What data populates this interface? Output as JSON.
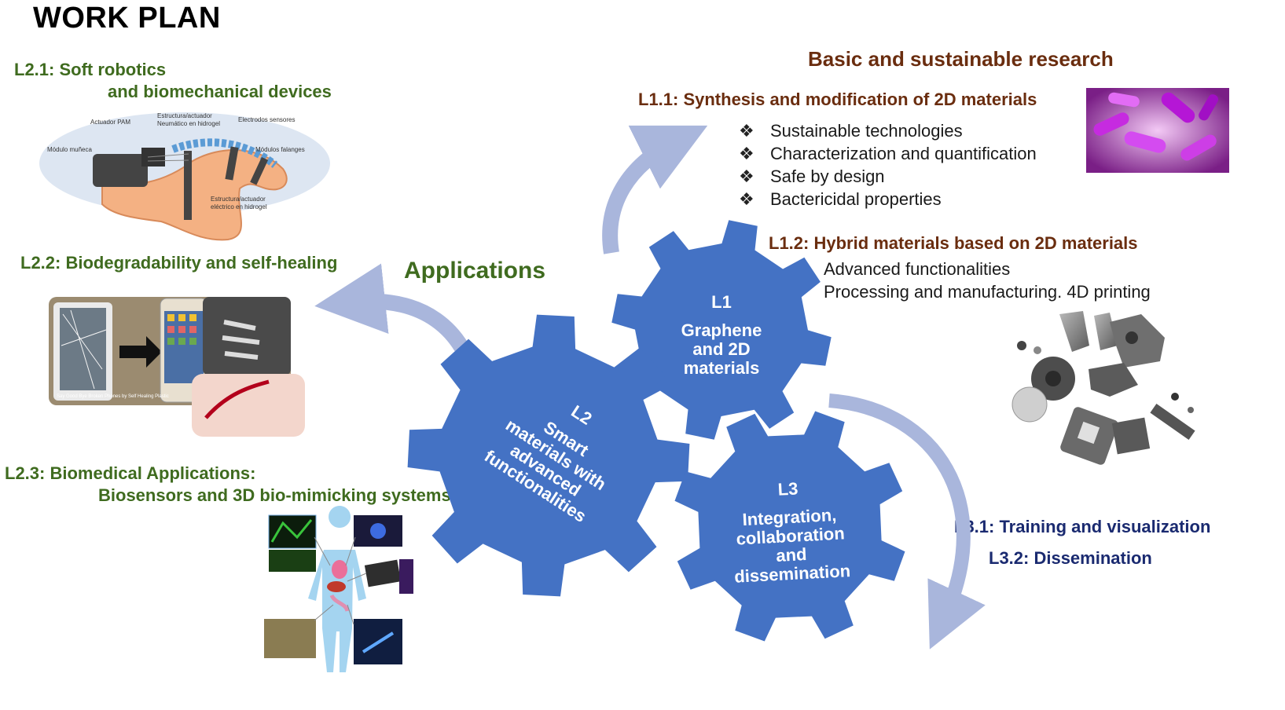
{
  "title": "WORK PLAN",
  "right_header": "Basic and sustainable research",
  "applications_label": "Applications",
  "l11": {
    "heading": "L1.1: Synthesis and modification of 2D materials",
    "bullets": [
      "Sustainable technologies",
      "Characterization and quantification",
      "Safe by design",
      "Bactericidal properties"
    ]
  },
  "l12": {
    "heading": "L1.2: Hybrid materials based on 2D materials",
    "bullets": [
      "Advanced functionalities",
      "Processing and manufacturing. 4D printing"
    ]
  },
  "l21": {
    "line1": "L2.1: Soft robotics",
    "line2": "and biomechanical devices"
  },
  "l22": {
    "heading": "L2.2: Biodegradability and self-healing"
  },
  "l23": {
    "line1": "L2.3: Biomedical Applications:",
    "line2": "Biosensors and 3D bio-mimicking systems"
  },
  "l31": "L3.1: Training and visualization",
  "l32": "L3.2: Dissemination",
  "gears": {
    "g1": {
      "code": "L1",
      "lines": [
        "Graphene",
        "and 2D",
        "materials"
      ]
    },
    "g2": {
      "code": "L2",
      "lines": [
        "Smart",
        "materials with",
        "advanced",
        "functionalities"
      ]
    },
    "g3": {
      "code": "L3",
      "lines": [
        "Integration,",
        "collaboration",
        "and",
        "dissemination"
      ]
    }
  },
  "hand_labels": {
    "pam": "Actuador PAM",
    "pneumatic": "Estructura/actuador",
    "pneumatic2": "Neumático en hidrogel",
    "electrodes": "Electrodos sensores",
    "wrist": "Módulo muñeca",
    "phalanges": "Módulos falanges",
    "electric": "Estructura/actuador",
    "electric2": "eléctrico en hidrogel"
  },
  "phone_caption": "Say Good Bye Broken Phones by Self Healing Plastic",
  "colors": {
    "gear": "#4472c4",
    "arrow": "#a9b6dc",
    "green_text": "#3f6b1f",
    "brown_text": "#6a2d0f",
    "navy_text": "#1a2a70",
    "bullet_symbol": "❖"
  }
}
